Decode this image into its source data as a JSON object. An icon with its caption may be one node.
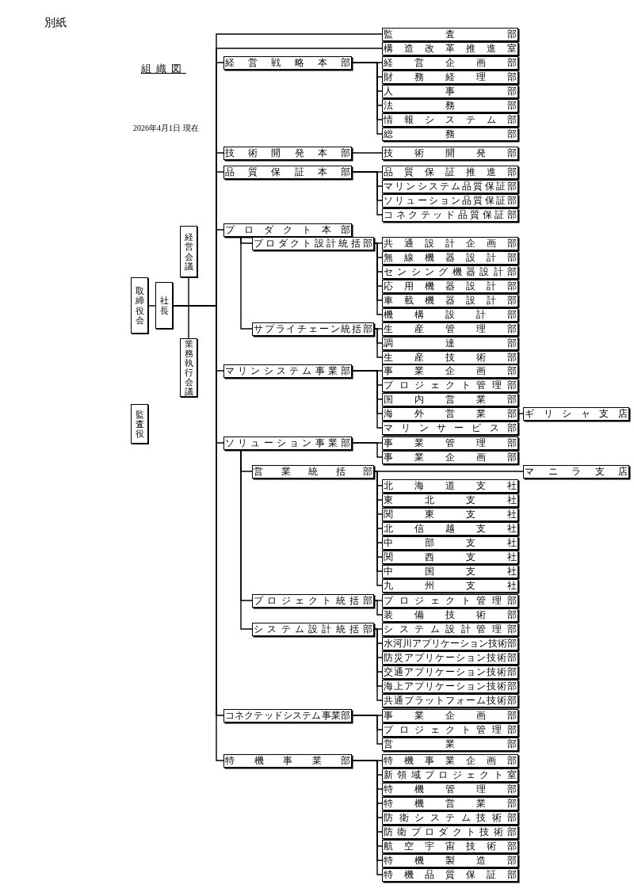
{
  "diagram": {
    "title": "組織図",
    "nodes": [
      {
        "text": [
          "取締役会"
        ]
      },
      {
        "text": [
          "社長"
        ]
      },
      {
        "text": [
          "経営会議"
        ]
      },
      {
        "text": [
          "業務執行会議"
        ]
      },
      {
        "text": [
          "監査役"
        ]
      },
      {
        "text": [
          "監査部"
        ]
      },
      {
        "text": [
          "構造改革推進室"
        ]
      },
      {
        "text": [
          "経営戦略本部"
        ]
      },
      {
        "text": [
          "経営企画部"
        ]
      },
      {
        "text": [
          "財務経理部"
        ]
      },
      {
        "text": [
          "人事部"
        ]
      },
      {
        "text": [
          "法務部"
        ]
      },
      {
        "text": [
          "情報システム部"
        ]
      },
      {
        "text": [
          "総務部"
        ]
      },
      {
        "text": [
          "技術開発本部"
        ]
      },
      {
        "text": [
          "技術開発部"
        ]
      },
      {
        "text": [
          "品質保証本部"
        ]
      },
      {
        "text": [
          "品質保証推進部"
        ]
      },
      {
        "text": [
          "マリンシステム品質保証部"
        ]
      },
      {
        "text": [
          "ソリューション品質保証部"
        ]
      },
      {
        "text": [
          "コネクテッド品質保証部"
        ]
      },
      {
        "text": [
          "プロダクト本部"
        ]
      },
      {
        "text": [
          "プロダクト設計統括部"
        ]
      },
      {
        "text": [
          "共通設計企画部"
        ]
      },
      {
        "text": [
          "無線機器設計部"
        ]
      },
      {
        "text": [
          "センシング機器設計部"
        ]
      },
      {
        "text": [
          "応用機器設計部"
        ]
      },
      {
        "text": [
          "車載機器設計部"
        ]
      },
      {
        "text": [
          "機構設計部"
        ]
      },
      {
        "text": [
          "サプライチェーン統括部"
        ]
      },
      {
        "text": [
          "生産管理部"
        ]
      },
      {
        "text": [
          "調達部"
        ]
      },
      {
        "text": [
          "生産技術部"
        ]
      },
      {
        "text": [
          "マリンシステム事業部"
        ]
      },
      {
        "text": [
          "事業企画部"
        ]
      },
      {
        "text": [
          "プロジェクト管理部"
        ]
      },
      {
        "text": [
          "国内営業部"
        ]
      },
      {
        "text": [
          "海外営業部"
        ]
      },
      {
        "text": [
          "ギリシャ支店"
        ]
      },
      {
        "text": [
          "マリンサービス部"
        ]
      },
      {
        "text": [
          "ソリューション事業部"
        ]
      },
      {
        "text": [
          "事業管理部"
        ]
      },
      {
        "text": [
          "事業企画部"
        ]
      },
      {
        "text": [
          "営業統括部"
        ]
      },
      {
        "text": [
          "マニラ支店"
        ]
      },
      {
        "text": [
          "北海道支社"
        ]
      },
      {
        "text": [
          "東北支社"
        ]
      },
      {
        "text": [
          "関東支社"
        ]
      },
      {
        "text": [
          "北信越支社"
        ]
      },
      {
        "text": [
          "中部支社"
        ]
      },
      {
        "text": [
          "関西支社"
        ]
      },
      {
        "text": [
          "中国支社"
        ]
      },
      {
        "text": [
          "九州支社"
        ]
      },
      {
        "text": [
          "プロジェクト統括部"
        ]
      },
      {
        "text": [
          "プロジェクト管理部"
        ]
      },
      {
        "text": [
          "装備技術部"
        ]
      },
      {
        "text": [
          "システム設計統括部"
        ]
      },
      {
        "text": [
          "システム設計管理部"
        ]
      },
      {
        "text": [
          "水河川アプリケーション技術部"
        ]
      },
      {
        "text": [
          "防災アプリケーション技術部"
        ]
      },
      {
        "text": [
          "交通アプリケーション技術部"
        ]
      },
      {
        "text": [
          "海上アプリケーション技術部"
        ]
      },
      {
        "text": [
          "共通プラットフォーム技術部"
        ]
      },
      {
        "text": [
          "コネクテッドシステム事業部"
        ]
      },
      {
        "text": [
          "事業企画部"
        ]
      },
      {
        "text": [
          "プロジェクト管理部"
        ]
      },
      {
        "text": [
          "営業部"
        ]
      },
      {
        "text": [
          "特機事業部"
        ]
      },
      {
        "text": [
          "特機事業企画部"
        ]
      },
      {
        "text": [
          "新領域プロジェクト室"
        ]
      },
      {
        "text": [
          "特機管理部"
        ]
      },
      {
        "text": [
          "特機営業部"
        ]
      },
      {
        "text": [
          "防衛システム技術部"
        ]
      },
      {
        "text": [
          "防衛プロダクト技術部"
        ]
      },
      {
        "text": [
          "航空宇宙技術部"
        ]
      },
      {
        "text": [
          "特機製造部"
        ]
      },
      {
        "text": [
          "特機品質保証部"
        ]
      }
    ],
    "edges": [
      {
        "from": 0,
        "to": 1,
        "arrow": "none"
      },
      {
        "from": 1,
        "to": 2,
        "arrow": "none"
      },
      {
        "from": 1,
        "to": 3,
        "arrow": "none"
      },
      {
        "from": 1,
        "to": 5,
        "arrow": "none"
      },
      {
        "from": 1,
        "to": 6,
        "arrow": "none"
      },
      {
        "from": 1,
        "to": 7,
        "arrow": "none"
      },
      {
        "from": 1,
        "to": 14,
        "arrow": "none"
      },
      {
        "from": 1,
        "to": 16,
        "arrow": "none"
      },
      {
        "from": 1,
        "to": 21,
        "arrow": "none"
      },
      {
        "from": 1,
        "to": 33,
        "arrow": "none"
      },
      {
        "from": 1,
        "to": 40,
        "arrow": "none"
      },
      {
        "from": 1,
        "to": 63,
        "arrow": "none"
      },
      {
        "from": 1,
        "to": 67,
        "arrow": "none"
      },
      {
        "from": 7,
        "to": 8,
        "arrow": "none"
      },
      {
        "from": 7,
        "to": 9,
        "arrow": "none"
      },
      {
        "from": 7,
        "to": 10,
        "arrow": "none"
      },
      {
        "from": 7,
        "to": 11,
        "arrow": "none"
      },
      {
        "from": 7,
        "to": 12,
        "arrow": "none"
      },
      {
        "from": 7,
        "to": 13,
        "arrow": "none"
      },
      {
        "from": 14,
        "to": 15,
        "arrow": "none"
      },
      {
        "from": 16,
        "to": 17,
        "arrow": "none"
      },
      {
        "from": 16,
        "to": 18,
        "arrow": "none"
      },
      {
        "from": 16,
        "to": 19,
        "arrow": "none"
      },
      {
        "from": 16,
        "to": 20,
        "arrow": "none"
      },
      {
        "from": 21,
        "to": 22,
        "arrow": "none"
      },
      {
        "from": 21,
        "to": 29,
        "arrow": "none"
      },
      {
        "from": 22,
        "to": 23,
        "arrow": "none"
      },
      {
        "from": 22,
        "to": 24,
        "arrow": "none"
      },
      {
        "from": 22,
        "to": 25,
        "arrow": "none"
      },
      {
        "from": 22,
        "to": 26,
        "arrow": "none"
      },
      {
        "from": 22,
        "to": 27,
        "arrow": "none"
      },
      {
        "from": 22,
        "to": 28,
        "arrow": "none"
      },
      {
        "from": 29,
        "to": 30,
        "arrow": "none"
      },
      {
        "from": 29,
        "to": 31,
        "arrow": "none"
      },
      {
        "from": 29,
        "to": 32,
        "arrow": "none"
      },
      {
        "from": 33,
        "to": 34,
        "arrow": "none"
      },
      {
        "from": 33,
        "to": 35,
        "arrow": "none"
      },
      {
        "from": 33,
        "to": 36,
        "arrow": "none"
      },
      {
        "from": 33,
        "to": 37,
        "arrow": "none"
      },
      {
        "from": 37,
        "to": 38,
        "arrow": "none"
      },
      {
        "from": 33,
        "to": 39,
        "arrow": "none"
      },
      {
        "from": 40,
        "to": 41,
        "arrow": "none"
      },
      {
        "from": 40,
        "to": 42,
        "arrow": "none"
      },
      {
        "from": 40,
        "to": 43,
        "arrow": "none"
      },
      {
        "from": 40,
        "to": 53,
        "arrow": "none"
      },
      {
        "from": 40,
        "to": 56,
        "arrow": "none"
      },
      {
        "from": 43,
        "to": 44,
        "arrow": "none"
      },
      {
        "from": 43,
        "to": 45,
        "arrow": "none"
      },
      {
        "from": 43,
        "to": 46,
        "arrow": "none"
      },
      {
        "from": 43,
        "to": 47,
        "arrow": "none"
      },
      {
        "from": 43,
        "to": 48,
        "arrow": "none"
      },
      {
        "from": 43,
        "to": 49,
        "arrow": "none"
      },
      {
        "from": 43,
        "to": 50,
        "arrow": "none"
      },
      {
        "from": 43,
        "to": 51,
        "arrow": "none"
      },
      {
        "from": 43,
        "to": 52,
        "arrow": "none"
      },
      {
        "from": 53,
        "to": 54,
        "arrow": "none"
      },
      {
        "from": 53,
        "to": 55,
        "arrow": "none"
      },
      {
        "from": 56,
        "to": 57,
        "arrow": "none"
      },
      {
        "from": 56,
        "to": 58,
        "arrow": "none"
      },
      {
        "from": 56,
        "to": 59,
        "arrow": "none"
      },
      {
        "from": 56,
        "to": 60,
        "arrow": "none"
      },
      {
        "from": 56,
        "to": 61,
        "arrow": "none"
      },
      {
        "from": 56,
        "to": 62,
        "arrow": "none"
      },
      {
        "from": 63,
        "to": 64,
        "arrow": "none"
      },
      {
        "from": 63,
        "to": 65,
        "arrow": "none"
      },
      {
        "from": 63,
        "to": 66,
        "arrow": "none"
      },
      {
        "from": 67,
        "to": 68,
        "arrow": "none"
      },
      {
        "from": 67,
        "to": 69,
        "arrow": "none"
      },
      {
        "from": 67,
        "to": 70,
        "arrow": "none"
      },
      {
        "from": 67,
        "to": 71,
        "arrow": "none"
      },
      {
        "from": 67,
        "to": 72,
        "arrow": "none"
      },
      {
        "from": 67,
        "to": 73,
        "arrow": "none"
      },
      {
        "from": 67,
        "to": 74,
        "arrow": "none"
      },
      {
        "from": 67,
        "to": 75,
        "arrow": "none"
      },
      {
        "from": 67,
        "to": 76,
        "arrow": "none"
      }
    ],
    "labels": [
      "別紙",
      "2026年4月1日 現在"
    ]
  }
}
